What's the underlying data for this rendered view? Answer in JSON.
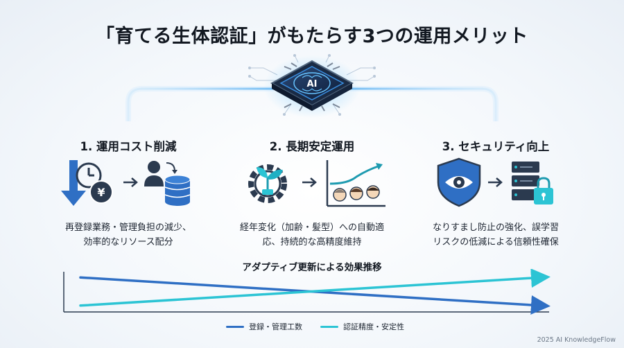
{
  "title": "「育てる生体認証」がもたらす3つの運用メリット",
  "chip_label": "AI",
  "columns": [
    {
      "heading": "1. 運用コスト削減",
      "line1": "再登録業務・管理負担の減少、",
      "line2": "効率的なリソース配分",
      "icons": [
        "clock-down-arrow-icon",
        "yen-coin-icon",
        "arrow-right-icon",
        "user-database-icon"
      ]
    },
    {
      "heading": "2. 長期安定運用",
      "line1": "経年変化（加齢・髪型）への自動適",
      "line2": "応、持続的な高精度維持",
      "icons": [
        "sprout-gear-icon",
        "arrow-right-icon",
        "growth-chart-faces-icon"
      ]
    },
    {
      "heading": "3. セキュリティ向上",
      "line1": "なりすまし防止の強化、誤学習",
      "line2": "リスクの低減による信頼性確保",
      "icons": [
        "eye-shield-icon",
        "arrow-right-icon",
        "server-lock-icon"
      ]
    }
  ],
  "chart_data": {
    "type": "line",
    "title": "アダプティブ更新による効果推移",
    "xlabel": "",
    "ylabel": "",
    "x": [
      0,
      1
    ],
    "ylim": [
      0,
      1
    ],
    "series": [
      {
        "name": "登録・管理工数",
        "values": [
          0.88,
          0.1
        ],
        "color": "#2f6fc4"
      },
      {
        "name": "認証精度・安定性",
        "values": [
          0.1,
          0.88
        ],
        "color": "#2cc4d4"
      }
    ]
  },
  "legend": {
    "series1": "登録・管理工数",
    "series2": "認証精度・安定性"
  },
  "colors": {
    "accent_blue": "#2f6fc4",
    "accent_cyan": "#2cc4d4",
    "icon_dark": "#2b3a4f"
  },
  "footer": "2025 AI KnowledgeFlow"
}
